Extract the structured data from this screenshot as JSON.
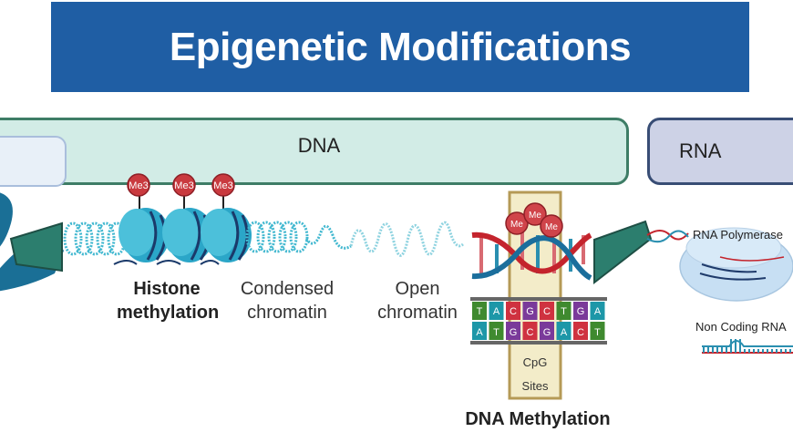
{
  "title": "Epigenetic Modifications",
  "boxes": {
    "dna": "DNA",
    "rna": "RNA"
  },
  "histone": {
    "marks": [
      "Me3",
      "Me3",
      "Me3"
    ],
    "label_line1": "Histone",
    "label_line2": "methylation"
  },
  "chromatin": {
    "condensed_line1": "Condensed",
    "condensed_line2": "chromatin",
    "open_line1": "Open",
    "open_line2": "chromatin"
  },
  "dna_methylation": {
    "marks": [
      "Me",
      "Me",
      "Me"
    ],
    "top_strand": [
      "T",
      "A",
      "C",
      "G",
      "C",
      "T",
      "G",
      "A"
    ],
    "bottom_strand": [
      "A",
      "T",
      "G",
      "C",
      "G",
      "A",
      "C",
      "T"
    ],
    "cpg_line1": "CpG",
    "cpg_line2": "Sites",
    "label": "DNA Methylation"
  },
  "rna_section": {
    "polymerase_label": "RNA Polymerase",
    "noncoding_label": "Non Coding RNA"
  },
  "colors": {
    "banner": "#1f5ea4",
    "base_T": "#3f8a2f",
    "base_A": "#1d97a8",
    "base_C": "#cf3240",
    "base_G": "#7a3a9a",
    "methyl": "#c93a3f"
  }
}
